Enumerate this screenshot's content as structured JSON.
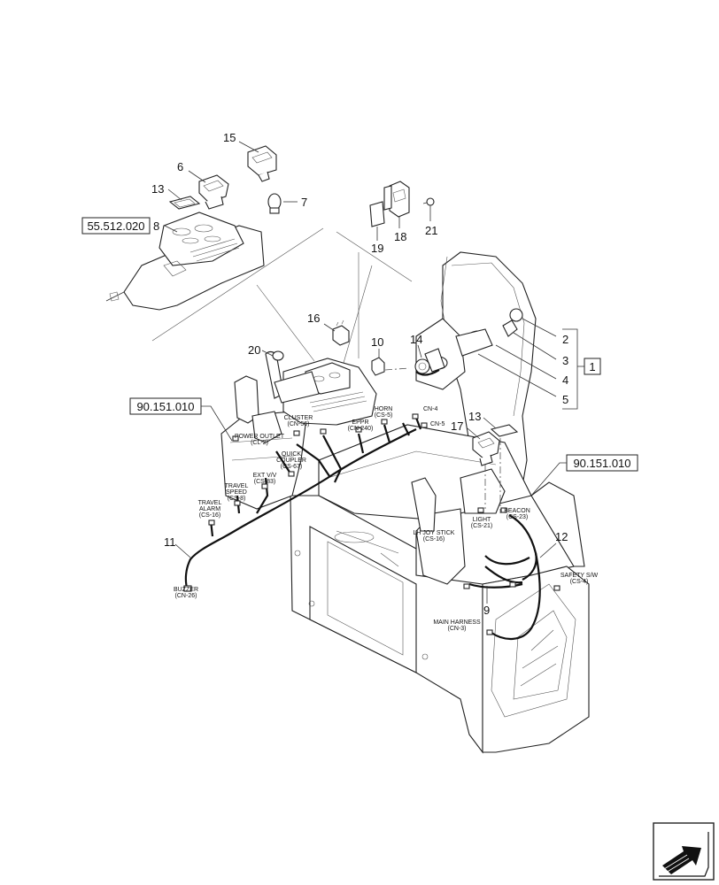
{
  "callouts": {
    "n1": "1",
    "n2": "2",
    "n3": "3",
    "n4": "4",
    "n5": "5",
    "n6": "6",
    "n7": "7",
    "n8": "8",
    "n9": "9",
    "n10": "10",
    "n11": "11",
    "n12": "12",
    "n13a": "13",
    "n13b": "13",
    "n14": "14",
    "n15": "15",
    "n16": "16",
    "n17": "17",
    "n18": "18",
    "n19": "19",
    "n20": "20",
    "n21": "21"
  },
  "references": {
    "console_ref": "55.512.020",
    "harness_left_ref": "90.151.010",
    "harness_right_ref": "90.151.010"
  },
  "connectors": {
    "cluster": [
      "CLUSTER",
      "(CN-56)"
    ],
    "eppr": [
      "EPPR",
      "(CN-240)"
    ],
    "horn": [
      "HORN",
      "(CS-5)"
    ],
    "cn4": [
      "CN-4"
    ],
    "cn5": [
      "CN-5"
    ],
    "power_outlet": [
      "POWER OUTLET",
      "(CL-2)"
    ],
    "quick_coupler": [
      "QUICK",
      "COUPLER",
      "(CS-67)"
    ],
    "ext_vv": [
      "EXT V/V",
      "(CS-83)"
    ],
    "travel_speed": [
      "TRAVEL",
      "SPEED",
      "(CS-8)"
    ],
    "travel_alarm": [
      "TRAVEL",
      "ALARM",
      "(CS-16)"
    ],
    "buzzer": [
      "BUZZER",
      "(CN-26)"
    ],
    "light": [
      "LIGHT",
      "(CS-21)"
    ],
    "beacon": [
      "BEACON",
      "(CS-23)"
    ],
    "lh_joy_stick": [
      "LH JOY STICK",
      "(CS-16)"
    ],
    "safety_sw": [
      "SAFETY S/W",
      "(CS-4)"
    ],
    "main_harness": [
      "MAIN HARNESS",
      "(CN-3)"
    ]
  },
  "icons": {
    "nav": "forward-arrow-icon"
  }
}
